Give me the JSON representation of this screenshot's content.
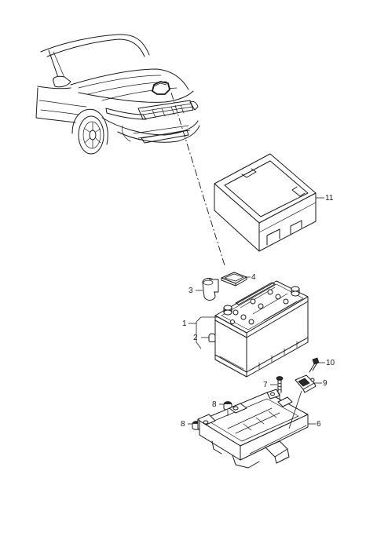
{
  "callouts": {
    "c1": "1",
    "c2": "2",
    "c3": "3",
    "c4": "4",
    "c6": "6",
    "c7": "7",
    "c8a": "8",
    "c8b": "8",
    "c9": "9",
    "c10": "10",
    "c11": "11"
  }
}
